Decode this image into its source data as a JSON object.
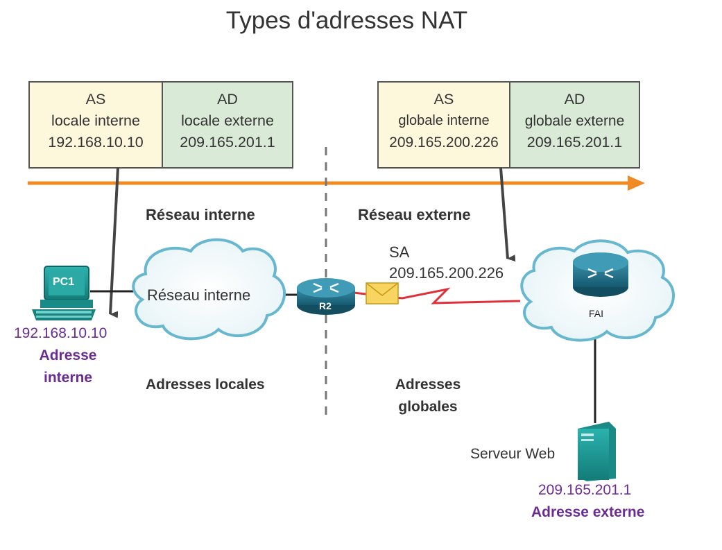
{
  "title": "Types d'adresses NAT",
  "left_table": {
    "as": {
      "head": "AS",
      "type": "locale interne",
      "address": "192.168.10.10"
    },
    "ad": {
      "head": "AD",
      "type": "locale externe",
      "address": "209.165.201.1"
    }
  },
  "right_table": {
    "as": {
      "head": "AS",
      "type": "globale interne",
      "address": "209.165.200.226"
    },
    "ad": {
      "head": "AD",
      "type": "globale externe",
      "address": "209.165.201.1"
    }
  },
  "labels": {
    "internal_network": "Réseau interne",
    "external_network": "Réseau externe",
    "cloud_internal": "Réseau interne",
    "local_addresses": "Adresses locales",
    "global_addresses_1": "Adresses",
    "global_addresses_2": "globales",
    "sa_label": "SA",
    "sa_address": "209.165.200.226",
    "web_server": "Serveur Web"
  },
  "devices": {
    "pc_name": "PC1",
    "router_name": "R2",
    "isp_name": "FAI"
  },
  "pc_info": {
    "address": "192.168.10.10",
    "line1": "Adresse",
    "line2": "interne"
  },
  "server_info": {
    "address": "209.165.201.1",
    "label": "Adresse externe"
  },
  "colors": {
    "as_fill": "#fdf7dc",
    "ad_fill": "#d9ead6",
    "arrow_orange": "#f08a24",
    "link_red": "#e0303a",
    "purple": "#6b2c91",
    "teal": "#1f9a96"
  }
}
